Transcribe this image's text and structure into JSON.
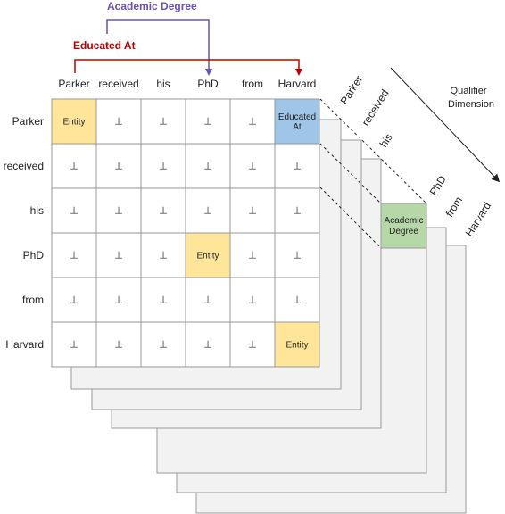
{
  "arrows": {
    "academic_degree": {
      "label": "Academic Degree",
      "color": "#6a52b4"
    },
    "educated_at": {
      "label": "Educated At",
      "color": "#c00000"
    }
  },
  "tokens": [
    "Parker",
    "received",
    "his",
    "PhD",
    "from",
    "Harvard"
  ],
  "qualifier_dimension_label": [
    "Qualifier",
    "Dimension"
  ],
  "matrix": {
    "empty_symbol": "⊥",
    "cells": [
      [
        "Entity",
        "⊥",
        "⊥",
        "⊥",
        "⊥",
        "Educated At"
      ],
      [
        "⊥",
        "⊥",
        "⊥",
        "⊥",
        "⊥",
        "⊥"
      ],
      [
        "⊥",
        "⊥",
        "⊥",
        "⊥",
        "⊥",
        "⊥"
      ],
      [
        "⊥",
        "⊥",
        "⊥",
        "Entity",
        "⊥",
        "⊥"
      ],
      [
        "⊥",
        "⊥",
        "⊥",
        "⊥",
        "⊥",
        "⊥"
      ],
      [
        "⊥",
        "⊥",
        "⊥",
        "⊥",
        "⊥",
        "Entity"
      ]
    ],
    "cell_colors": {
      "Entity": "#ffe599",
      "Educated At": "#9fc5e8"
    }
  },
  "qualifier_cell": {
    "label": "Academic Degree",
    "color": "#b6d7a8"
  },
  "colors": {
    "grid_line": "#999999",
    "layer_fill": "#f2f2f2",
    "text": "#222222"
  }
}
